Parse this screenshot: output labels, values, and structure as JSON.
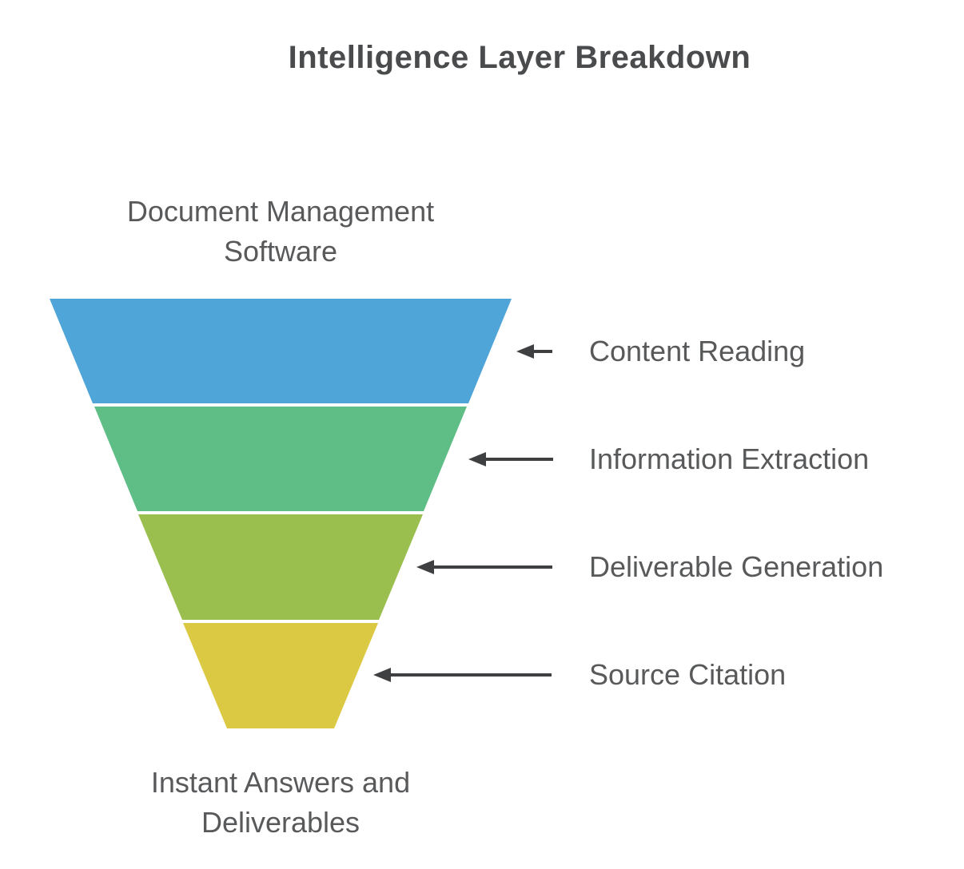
{
  "title": "Intelligence Layer Breakdown",
  "colors": {
    "title_text": "#4A4B4D",
    "label_text": "#58595B",
    "arrow": "#3F4041",
    "background": "#FFFFFF"
  },
  "funnel": {
    "top_label": "Document Management Software",
    "bottom_label": "Instant Answers and Deliverables",
    "layers": [
      {
        "label": "Content Reading",
        "color": "#4FA4D8"
      },
      {
        "label": "Information Extraction",
        "color": "#5FBE86"
      },
      {
        "label": "Deliverable Generation",
        "color": "#9ABF4E"
      },
      {
        "label": "Source Citation",
        "color": "#DCC943"
      }
    ]
  }
}
